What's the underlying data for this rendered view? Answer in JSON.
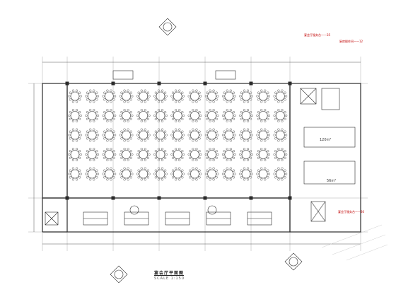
{
  "drawing": {
    "title": "宴会厅平面图",
    "scale": "SCALE 1:150",
    "area_lobby": "120m²",
    "area_room": "56m²",
    "note_1": "宴会厅服务台——35",
    "note_2": "厨房操作间——12",
    "note_3": "宴会厅服务台——30"
  },
  "layout": {
    "table_rows": 5,
    "table_cols": 13,
    "stage_booths": 5,
    "line_color": "#2b2b2b",
    "accent_color": "#c00000"
  }
}
